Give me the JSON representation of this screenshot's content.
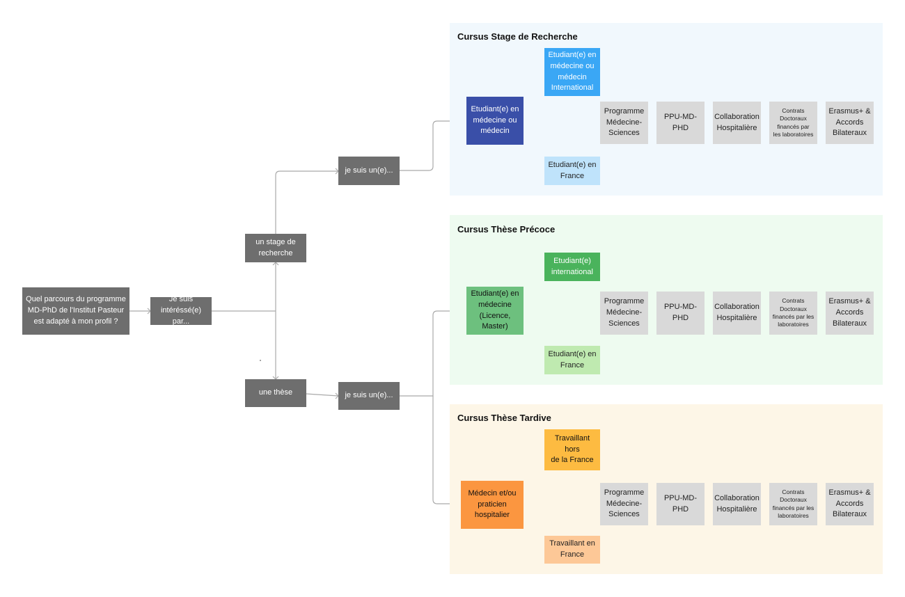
{
  "root": {
    "question": "Quel parcours du programme\nMD-PhD de l'Institut Pasteur\nest adapté à mon profil ?",
    "interested": "Je suis\nintéréssé(e) par...",
    "stage": "un stage de\nrecherche",
    "these": "une thèse",
    "je_suis_1": "je suis un(e)...",
    "je_suis_2": "je suis un(e)..."
  },
  "sections": {
    "recherche": {
      "title": "Cursus Stage de Recherche",
      "main": "Etudiant(e) en\nmédecine ou\nmédecin",
      "top": "Etudiant(e) en\nmédecine ou\nmédecin\nInternational",
      "bottom": "Etudiant(e) en\nFrance",
      "programs": [
        "Programme\nMédecine-\nSciences",
        "PPU-MD-\nPHD",
        "Collaboration\nHospitalière",
        "Contrats\nDoctoraux\nfinancés par\nles laboratoires",
        "Erasmus+ &\nAccords\nBilateraux"
      ]
    },
    "precoce": {
      "title": "Cursus Thèse Précoce",
      "main": "Etudiant(e) en\nmédecine\n(Licence,\nMaster)",
      "top": "Etudiant(e)\ninternational",
      "bottom": "Etudiant(e) en\nFrance",
      "programs": [
        "Programme\nMédecine-\nSciences",
        "PPU-MD-\nPHD",
        "Collaboration\nHospitalière",
        "Contrats\nDoctoraux\nfinancés par les\nlaboratoires",
        "Erasmus+ &\nAccords\nBilateraux"
      ]
    },
    "tardive": {
      "title": "Cursus Thèse Tardive",
      "main": "Médecin et/ou\npraticien\nhospitalier",
      "top": "Travaillant hors\nde la France",
      "bottom": "Travaillant en\nFrance",
      "programs": [
        "Programme\nMédecine-\nSciences",
        "PPU-MD-\nPHD",
        "Collaboration\nHospitalière",
        "Contrats\nDoctoraux\nfinancés par les\nlaboratoires",
        "Erasmus+ &\nAccords\nBilateraux"
      ]
    }
  },
  "colors": {
    "connector": "#a9a9a9",
    "recherche": {
      "bg": "#f1f8fd",
      "main": "#3a4fa8",
      "top": "#3aa7f5",
      "bottom": "#bfe3fb",
      "line": "#2f95e3"
    },
    "precoce": {
      "bg": "#eefbf0",
      "main": "#6dc07e",
      "top": "#4ab35c",
      "bottom": "#bfeab0",
      "line_top": "#3fa14c",
      "line_bottom": "#a6e08e"
    },
    "tardive": {
      "bg": "#fdf6e7",
      "main": "#fb9640",
      "top": "#fdbb41",
      "bottom": "#fdc897",
      "line_top": "#ef8a1a",
      "line_bottom": "#f3b22f"
    }
  }
}
